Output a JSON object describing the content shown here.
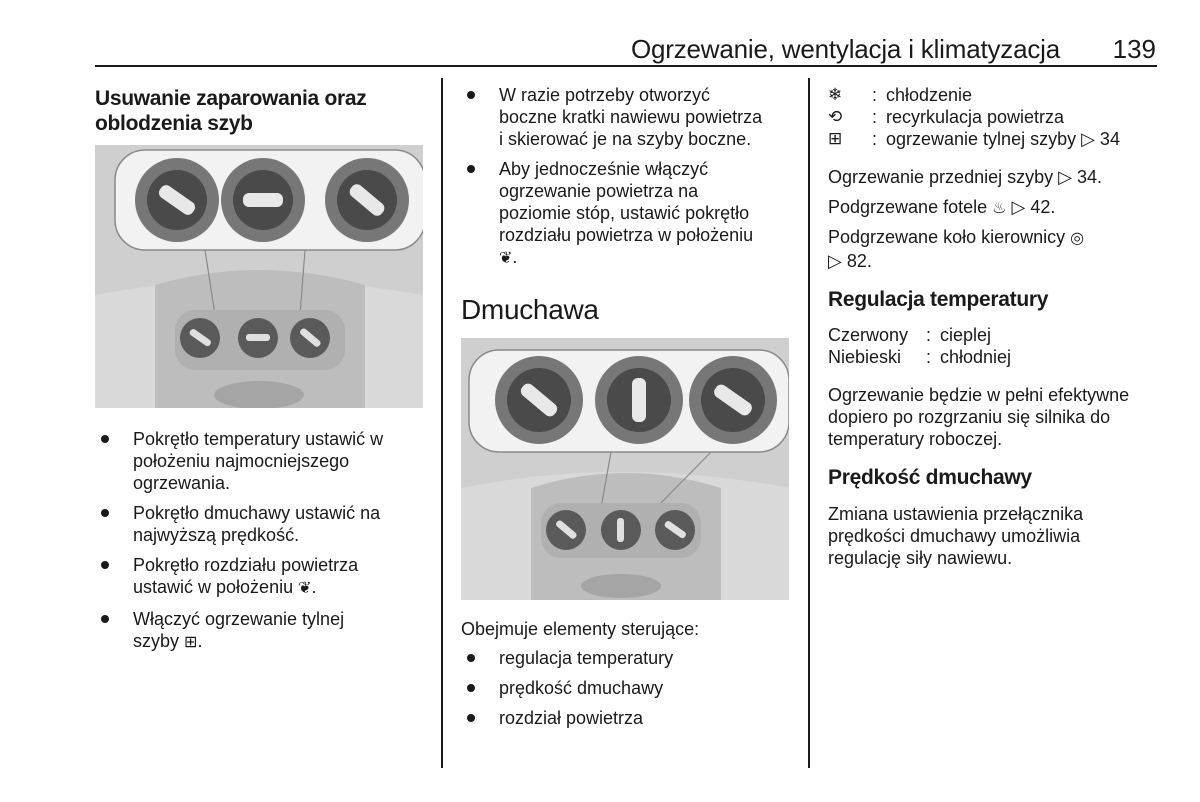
{
  "header": {
    "title": "Ogrzewanie, wentylacja i klimatyzacja",
    "page_number": "139"
  },
  "col1": {
    "heading": "Usuwanie zaparowania oraz oblodzenia szyb",
    "heading_line1": "Usuwanie zaparowania oraz",
    "heading_line2": "oblodzenia szyb",
    "bullets": [
      {
        "line1": "Pokrętło temperatury ustawić w",
        "line2": "położeniu najmocniejszego",
        "line3": "ogrzewania."
      },
      {
        "line1": "Pokrętło dmuchawy ustawić na",
        "line2": "najwyższą prędkość."
      },
      {
        "line1": "Pokrętło rozdziału powietrza",
        "line2": "ustawić w położeniu",
        "symbol": "❦",
        "suffix": "."
      },
      {
        "line1": "Włączyć ogrzewanie tylnej",
        "line2": "szyby",
        "symbol": "⊞",
        "suffix": "."
      }
    ]
  },
  "col2": {
    "bullets_top": [
      {
        "line1": "W razie potrzeby otworzyć",
        "line2": "boczne kratki nawiewu powietrza",
        "line3": "i skierować je na szyby boczne."
      },
      {
        "line1": "Aby jednocześnie włączyć",
        "line2": "ogrzewanie powietrza na",
        "line3": "poziomie stóp, ustawić pokrętło",
        "line4": "rozdziału powietrza w położeniu",
        "symbol": "❦",
        "suffix": "."
      }
    ],
    "heading": "Dmuchawa",
    "intro": "Obejmuje elementy sterujące:",
    "bullets": [
      "regulacja temperatury",
      "prędkość dmuchawy",
      "rozdział powietrza"
    ]
  },
  "col3": {
    "legend": [
      {
        "icon": "❄",
        "text": "chłodzenie"
      },
      {
        "icon": "⟲",
        "text": "recyrkulacja powietrza"
      },
      {
        "icon": "⊞",
        "text": "ogrzewanie tylnej szyby ▷ 34"
      }
    ],
    "refs": [
      {
        "text": "Ogrzewanie przedniej szyby ▷ 34."
      },
      {
        "text": "Podgrzewane fotele",
        "icon": "♨",
        "tail": "▷ 42."
      },
      {
        "line1": "Podgrzewane koło kierownicy",
        "icon": "◎",
        "line2": "▷ 82."
      }
    ],
    "temp_heading": "Regulacja temperatury",
    "temp_rows": [
      {
        "key": "Czerwony",
        "sep": ":",
        "value": "cieplej"
      },
      {
        "key": "Niebieski",
        "sep": ":",
        "value": "chłodniej"
      }
    ],
    "temp_note": {
      "line1": "Ogrzewanie będzie w pełni efektywne",
      "line2": "dopiero po rozgrzaniu się silnika do",
      "line3": "temperatury roboczej."
    },
    "speed_heading": "Prędkość dmuchawy",
    "speed_note": {
      "line1": "Zmiana ustawienia przełącznika",
      "line2": "prędkości dmuchawy umożliwia",
      "line3": "regulację siły nawiewu."
    }
  },
  "colors": {
    "photo_bg": "#c9c9c9",
    "knob_dark": "#4a4a4a",
    "knob_light": "#e8e8e8",
    "text": "#1a1a1a"
  }
}
